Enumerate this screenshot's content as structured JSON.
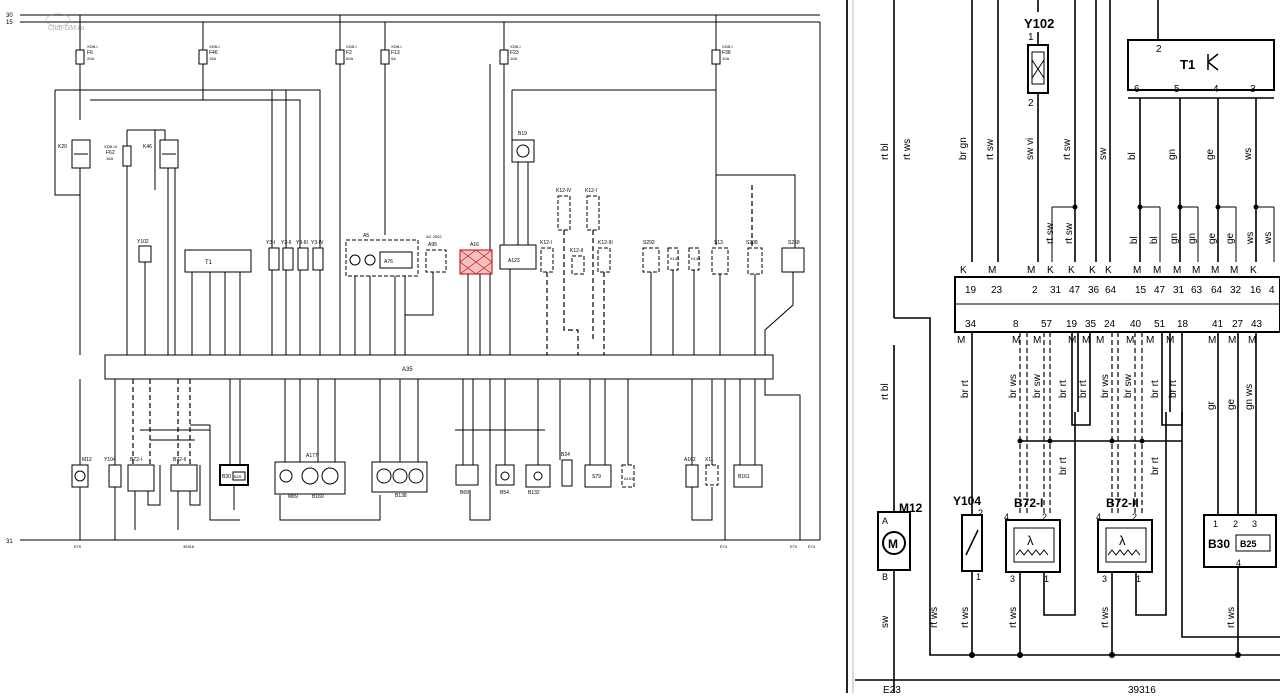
{
  "watermark": "Club-GM.ru",
  "rails": {
    "top_30": "30",
    "top_15": "15",
    "bottom_31": "31"
  },
  "left_fuses": [
    {
      "name": "F6",
      "rating": "20A",
      "hdr": "XDB-I"
    },
    {
      "name": "F46",
      "rating": "15A",
      "hdr": "XDB-I"
    },
    {
      "name": "F2",
      "rating": "60A",
      "hdr": "XDB-I"
    },
    {
      "name": "F13",
      "rating": "5A",
      "hdr": "XDB-I"
    },
    {
      "name": "F23",
      "rating": "10A",
      "hdr": "XDB-I"
    },
    {
      "name": "F38",
      "rating": "10A",
      "hdr": "XDB-I"
    },
    {
      "name": "F62",
      "rating": "15A",
      "hdr": "XDB-III"
    }
  ],
  "left_relays": [
    "K20",
    "K46"
  ],
  "left_components_top": [
    "Y102",
    "T1",
    "Y3-I",
    "Y3-II",
    "Y3-III",
    "Y3-IV",
    "A5",
    "A76",
    "A95",
    "A16",
    "A123",
    "B19",
    "K12-I",
    "K12-IV",
    "K12-II",
    "K12-III",
    "K12-I",
    "S292",
    "K142",
    "K143",
    "S13",
    "S208",
    "S258"
  ],
  "left_ecu": "A35",
  "left_ecu_note": "AC 2002",
  "left_components_bottom": [
    "M12",
    "Y104",
    "B72-I",
    "B72-II",
    "B30",
    "B25",
    "M89",
    "A177",
    "B169",
    "B138",
    "B69",
    "B54",
    "B132",
    "B24",
    "S79",
    "A161",
    "A162",
    "X11",
    "B161"
  ],
  "left_ground": {
    "g1": "E70",
    "g2": "39316",
    "g3": "E74",
    "g4": "E70",
    "g5": "E74"
  },
  "right_components": {
    "valve": "Y102",
    "module": "T1",
    "motor": "M12",
    "valve2": "Y104",
    "sensor1": "B72-I",
    "sensor2": "B72-II",
    "sensor3": "B30",
    "sensor3_sub": "B25",
    "valve_pin_top": "1",
    "valve_pin_bot": "2",
    "module_pin_top": "2",
    "module_pins": [
      "6",
      "5",
      "4",
      "3"
    ],
    "motor_pin_a": "A",
    "motor_pin_b": "B",
    "valve2_pin1": "1",
    "valve2_pin2": "2",
    "sensor1_pins": [
      "4",
      "2",
      "3",
      "1"
    ],
    "sensor2_pins": [
      "4",
      "2",
      "3",
      "1"
    ],
    "sensor3_pins": [
      "1",
      "2",
      "3",
      "4"
    ]
  },
  "right_wire_labels_top": [
    "rt bl",
    "rt ws",
    "br gn",
    "rt sw",
    "sw vi",
    "rt sw",
    "sw",
    "bl",
    "gn",
    "ge",
    "ws"
  ],
  "right_wire_labels_mid": [
    "rt sw",
    "rt sw",
    "bl",
    "bl",
    "gn",
    "gn",
    "ge",
    "ge",
    "ws",
    "ws"
  ],
  "right_conn_top_types": [
    "K",
    "M",
    "M",
    "K",
    "K",
    "K",
    "K",
    "M",
    "M",
    "M",
    "M",
    "M",
    "M",
    "K"
  ],
  "right_conn_top_pins": [
    "19",
    "23",
    "2",
    "31",
    "47",
    "36",
    "64",
    "15",
    "47",
    "31",
    "63",
    "64",
    "32",
    "16",
    "4"
  ],
  "right_conn_bottom_pins": [
    "34",
    "8",
    "57",
    "19",
    "35",
    "24",
    "40",
    "51",
    "18",
    "41",
    "27",
    "43"
  ],
  "right_conn_bottom_types": [
    "M",
    "M",
    "M",
    "M",
    "M",
    "M",
    "M",
    "M",
    "M",
    "M",
    "M",
    "M"
  ],
  "right_wire_labels_low": [
    "rt bl",
    "br rt",
    "br ws",
    "br sw",
    "br rt",
    "br rt",
    "br ws",
    "br sw",
    "br rt",
    "br rt",
    "gr",
    "ge",
    "gn ws"
  ],
  "right_wire_labels_mid2": [
    "br rt",
    "br rt"
  ],
  "right_wire_labels_bottom": [
    "sw",
    "rt ws",
    "rt ws",
    "rt ws",
    "rt ws",
    "rt ws"
  ],
  "right_ground": {
    "g1": "E23",
    "g2": "39316"
  }
}
